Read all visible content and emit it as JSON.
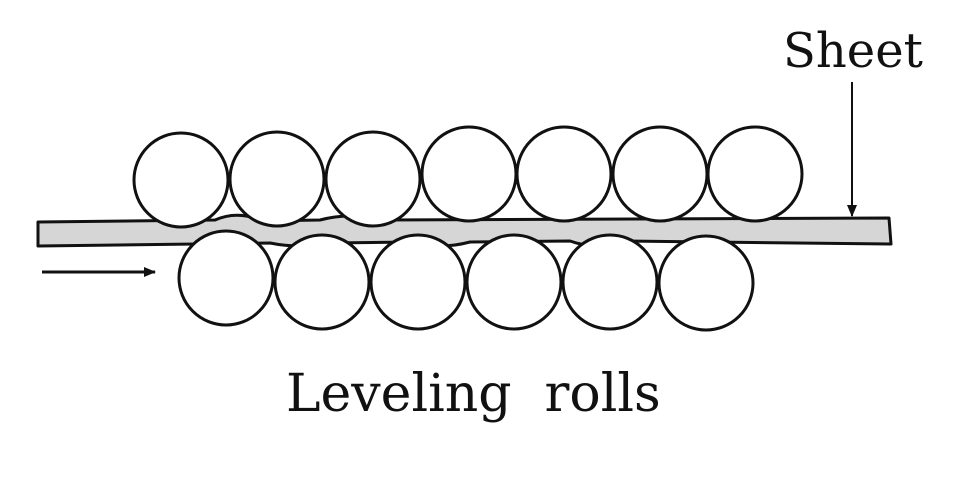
{
  "labels": {
    "sheet": "Sheet",
    "rolls": "Leveling  rolls"
  },
  "colors": {
    "stroke": "#111111",
    "sheet_fill": "#d6d6d6",
    "roll_fill": "#ffffff",
    "background": "#ffffff"
  },
  "rolls": {
    "upper_count": 7,
    "lower_count": 6
  }
}
